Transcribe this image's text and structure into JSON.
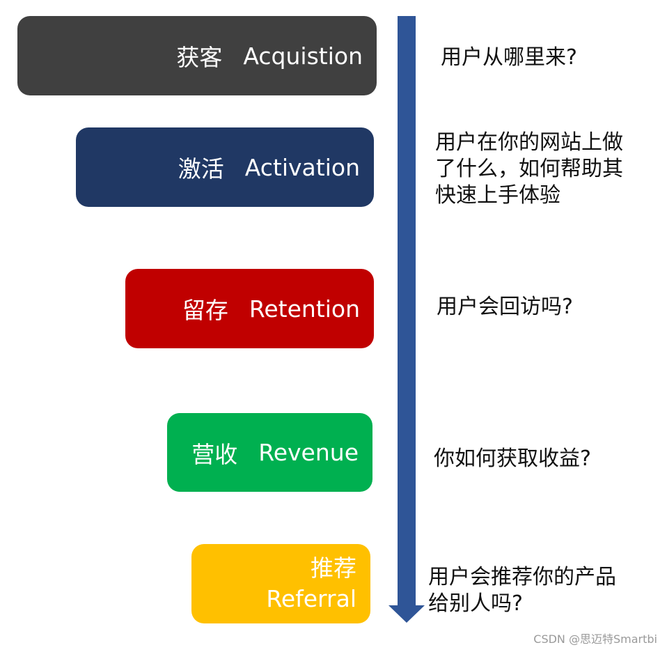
{
  "colors": {
    "acquisition": "#404040",
    "activation": "#203864",
    "retention": "#c00000",
    "revenue": "#00b050",
    "referral": "#ffc000",
    "arrow": "#2f5597"
  },
  "stages": [
    {
      "cn": "获客",
      "en": "Acquistion",
      "question": [
        "用户从哪里来?"
      ]
    },
    {
      "cn": "激活",
      "en": "Activation",
      "question": [
        "用户在你的网站上做",
        "了什么，如何帮助其",
        "快速上手体验"
      ]
    },
    {
      "cn": "留存",
      "en": "Retention",
      "question": [
        "用户会回访吗?"
      ]
    },
    {
      "cn": "营收",
      "en": "Revenue",
      "question": [
        "你如何获取收益?"
      ]
    },
    {
      "cn": "推荐",
      "en": "Referral",
      "question": [
        "用户会推荐你的产品",
        "给别人吗?"
      ]
    }
  ],
  "watermark": "CSDN @思迈特Smartbi"
}
